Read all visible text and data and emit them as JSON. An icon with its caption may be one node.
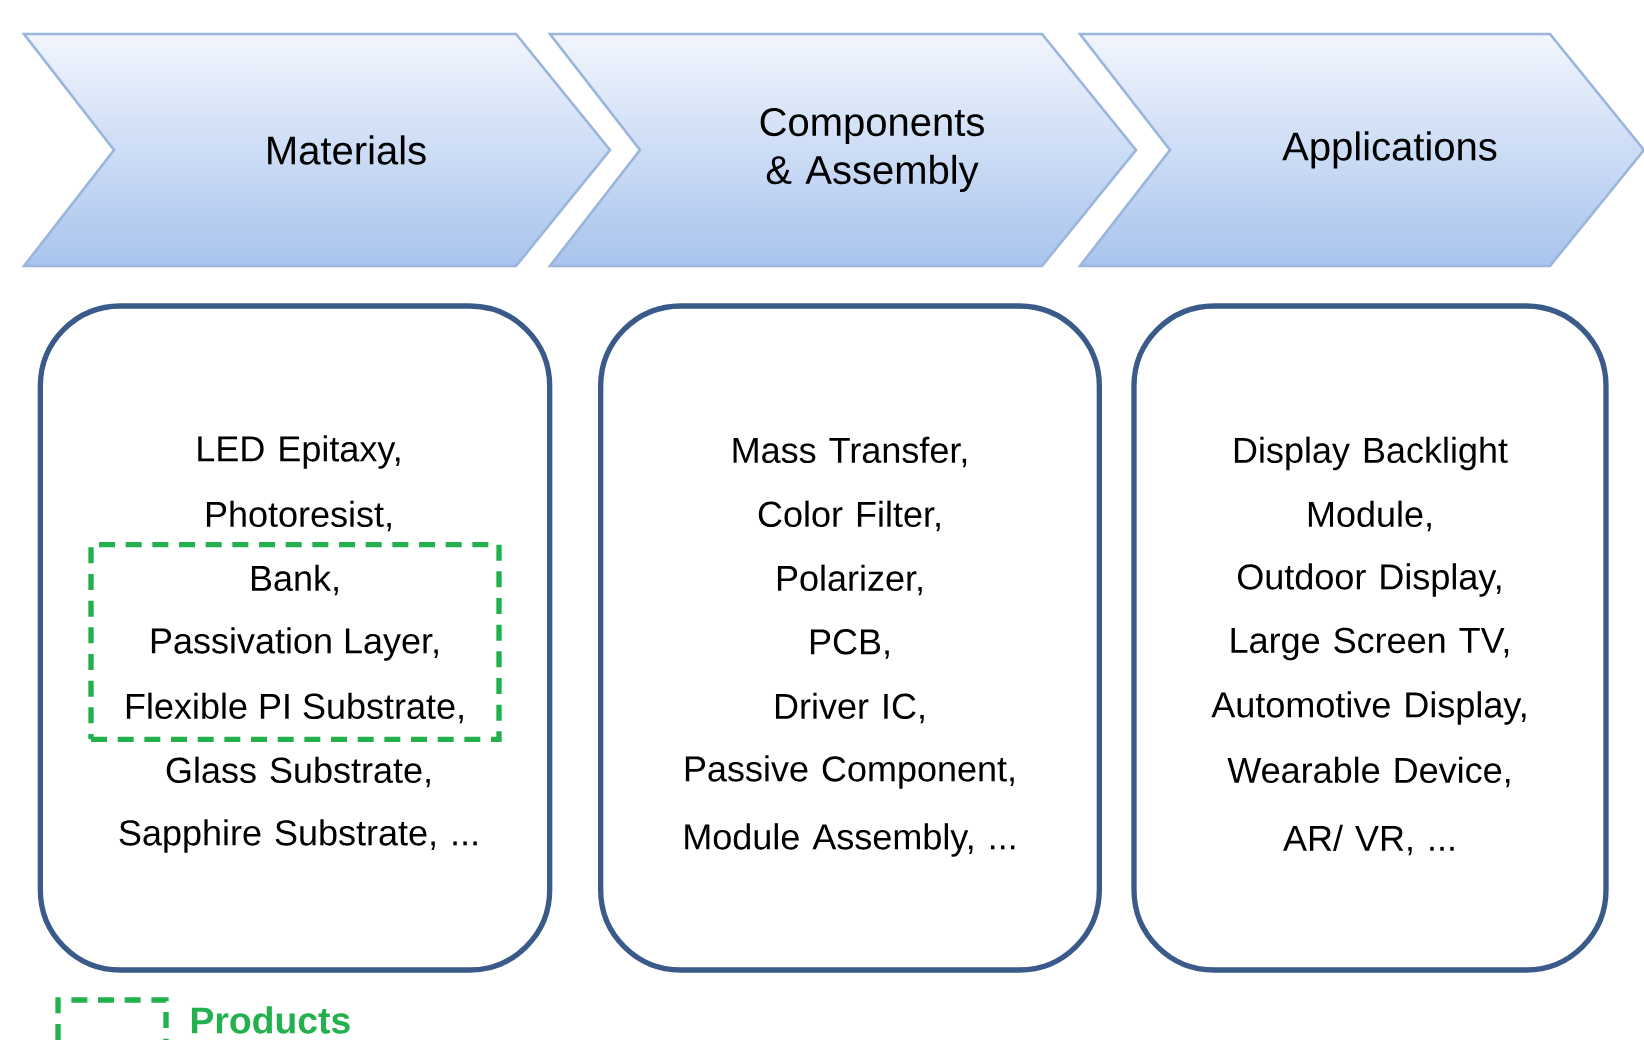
{
  "diagram": {
    "nodes": [
      {
        "text": [
          "Materials"
        ]
      },
      {
        "text": [
          "Components & Assembly"
        ]
      },
      {
        "text": [
          "Applications"
        ]
      },
      {
        "text": [
          "LED Epitaxy,",
          "Photoresist,",
          "Glass Substrate,",
          "Sapphire Substrate, ..."
        ]
      },
      {
        "text": [
          "Bank,",
          "Passivation Layer,",
          "Flexible PI Substrate,"
        ],
        "in": 3
      },
      {
        "text": [
          "Mass Transfer,",
          "Color Filter,",
          "Polarizer,",
          "PCB,",
          "Driver IC,",
          "Passive Component,",
          "Module Assembly, ..."
        ]
      },
      {
        "text": [
          "Display Backlight Module,",
          "Outdoor Display,",
          "Large Screen TV,",
          "Automotive Display,",
          "Wearable Device,",
          "AR/ VR, ..."
        ]
      }
    ],
    "legend": [
      {
        "text": "Products"
      }
    ]
  }
}
